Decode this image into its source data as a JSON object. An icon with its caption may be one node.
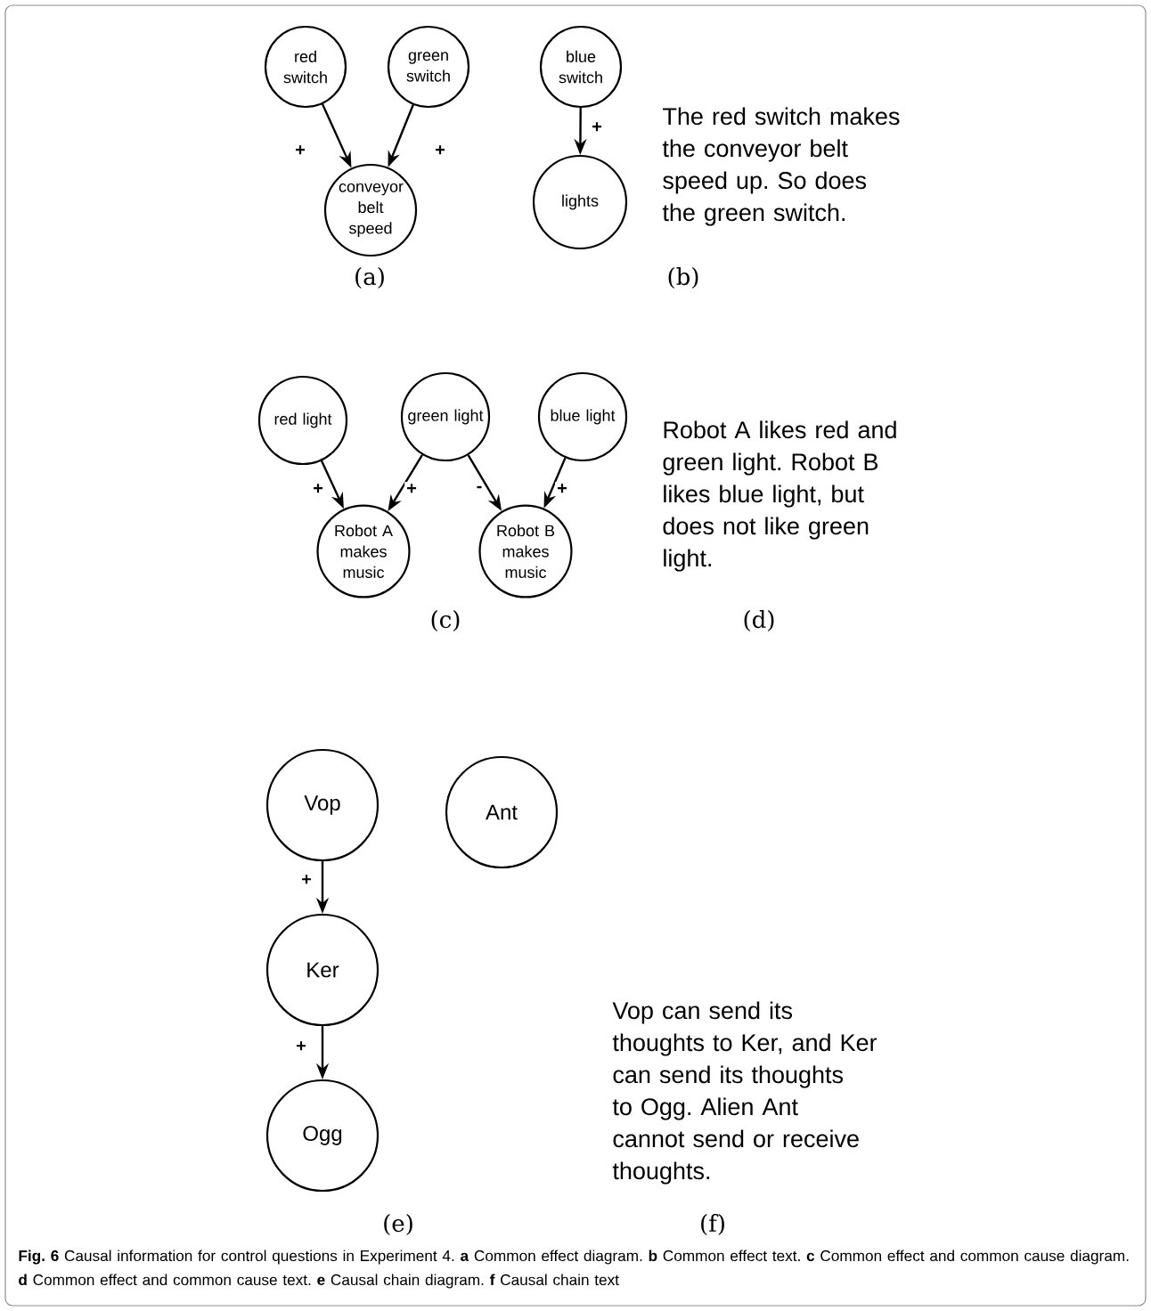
{
  "diagram": {
    "caption": "**Fig. 6** Causal information for control questions in Experiment 4. **a** Common effect diagram. **b** Common effect text. **c** Common effect and common cause diagram. **d** Common effect and common cause text. **e** Causal chain diagram. **f** Causal chain text",
    "nodes": [
      {
        "text": [
          "red switch"
        ]
      },
      {
        "text": [
          "green switch"
        ]
      },
      {
        "text": [
          "conveyor belt speed"
        ]
      },
      {
        "text": [
          "blue switch"
        ]
      },
      {
        "text": [
          "lights"
        ]
      },
      {
        "text": [
          "red light"
        ]
      },
      {
        "text": [
          "green light"
        ]
      },
      {
        "text": [
          "blue light"
        ]
      },
      {
        "text": [
          "Robot A makes music"
        ]
      },
      {
        "text": [
          "Robot B makes music"
        ]
      },
      {
        "text": [
          "Vop"
        ]
      },
      {
        "text": [
          "Ant"
        ]
      },
      {
        "text": [
          "Ker"
        ]
      },
      {
        "text": [
          "Ogg"
        ]
      }
    ],
    "edges": [
      {
        "from": 0,
        "to": 2,
        "arrow": "to",
        "label": "+"
      },
      {
        "from": 1,
        "to": 2,
        "arrow": "to",
        "label": "+"
      },
      {
        "from": 3,
        "to": 4,
        "arrow": "to",
        "label": "+"
      },
      {
        "from": 5,
        "to": 8,
        "arrow": "to",
        "label": "+"
      },
      {
        "from": 6,
        "to": 8,
        "arrow": "to",
        "label": "+"
      },
      {
        "from": 6,
        "to": 9,
        "arrow": "to",
        "label": "-"
      },
      {
        "from": 7,
        "to": 9,
        "arrow": "to",
        "label": "+"
      },
      {
        "from": 10,
        "to": 12,
        "arrow": "to",
        "label": "+"
      },
      {
        "from": 12,
        "to": 13,
        "arrow": "to",
        "label": "+"
      }
    ],
    "labels": [
      "(a)",
      "(b)",
      "The red switch makes the conveyor belt speed up. So does the green switch.",
      "(c)",
      "(d)",
      "Robot A likes red and green light. Robot B likes blue light, but does not like green light.",
      "(e)",
      "(f)",
      "Vop can send its thoughts to Ker, and Ker can send its thoughts to Ogg. Alien Ant cannot send or receive thoughts."
    ]
  }
}
